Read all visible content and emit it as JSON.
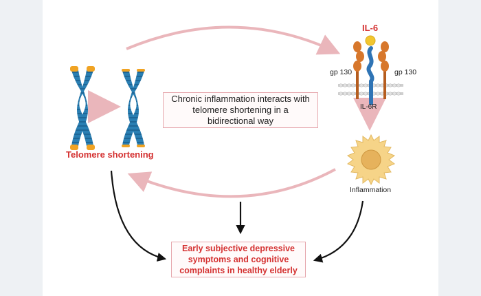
{
  "center_box": "Chronic inflammation interacts with telomere shortening in a bidirectional way",
  "bottom_box": "Early subjective depressive symptoms and cognitive complaints in healthy elderly",
  "telomere_label": "Telomere shortening",
  "il6_label": "IL-6",
  "gp130_left": "gp 130",
  "gp130_right": "gp 130",
  "il6r_label": "IL-6R",
  "inflammation_label": "Inflammation",
  "colors": {
    "accent_red": "#d43131",
    "arrow_pink": "#eab6bb",
    "chromosome_blue": "#2a7fb3",
    "telomere_tip": "#f0a323",
    "receptor_orange": "#d7772b",
    "receptor_blue": "#2f74b5",
    "ligand_yellow": "#f2c62f",
    "cell_yellow": "#f6d488"
  }
}
